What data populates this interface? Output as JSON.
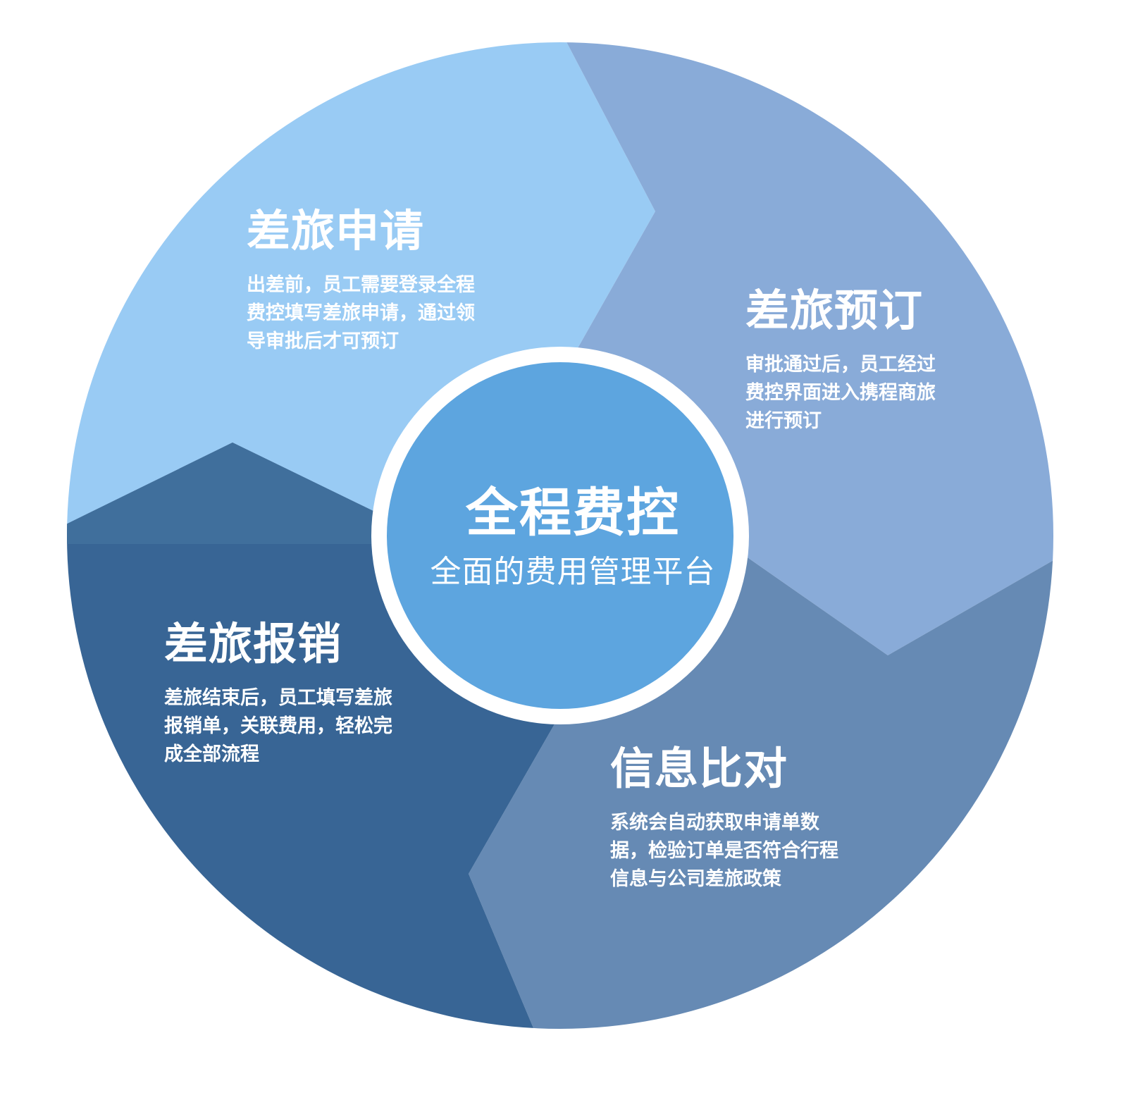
{
  "colors": {
    "apply": "#99CBF4",
    "book": "#89ABD8",
    "compare": "#668AB4",
    "reimburse": "#386595",
    "reimburse_notch": "#406F9C",
    "hub": "#5DA5DF",
    "hub_ring": "#ffffff"
  },
  "center": {
    "title": "全程费控",
    "subtitle": "全面的费用管理平台"
  },
  "segments": {
    "apply": {
      "title": "差旅申请",
      "description": "出差前，员工需要登录全程\n费控填写差旅申请，通过领\n导审批后才可预订"
    },
    "book": {
      "title": "差旅预订",
      "description": "审批通过后，员工经过\n费控界面进入携程商旅\n进行预订"
    },
    "compare": {
      "title": "信息比对",
      "description": "系统会自动获取申请单数\n据，检验订单是否符合行程\n信息与公司差旅政策"
    },
    "reimburse": {
      "title": "差旅报销",
      "description": "差旅结束后，员工填写差旅\n报销单，关联费用，轻松完\n成全部流程"
    }
  }
}
